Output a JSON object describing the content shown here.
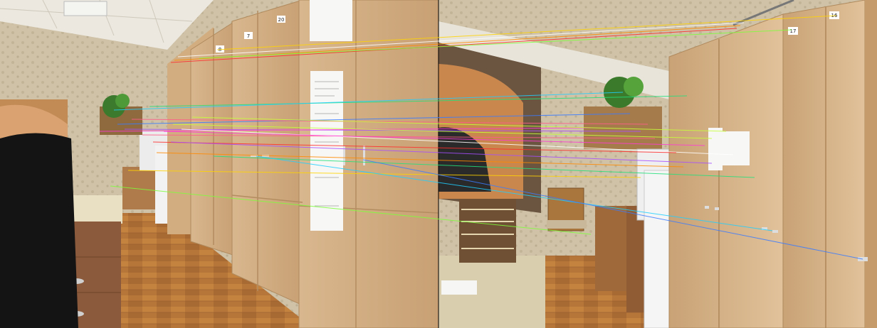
{
  "left_photo": {
    "cabinet_labels": [
      "8",
      "7",
      "20"
    ]
  },
  "right_photo": {
    "cabinet_labels": [
      "17",
      "16"
    ]
  },
  "match_line_colors": [
    "#ff2d2d",
    "#ff8a00",
    "#ffd400",
    "#7dff3a",
    "#22e07a",
    "#1ecfff",
    "#3a7bff",
    "#a64dff",
    "#ff3ad6",
    "#ff5c8a",
    "#c6ff3a",
    "#ffffff"
  ]
}
